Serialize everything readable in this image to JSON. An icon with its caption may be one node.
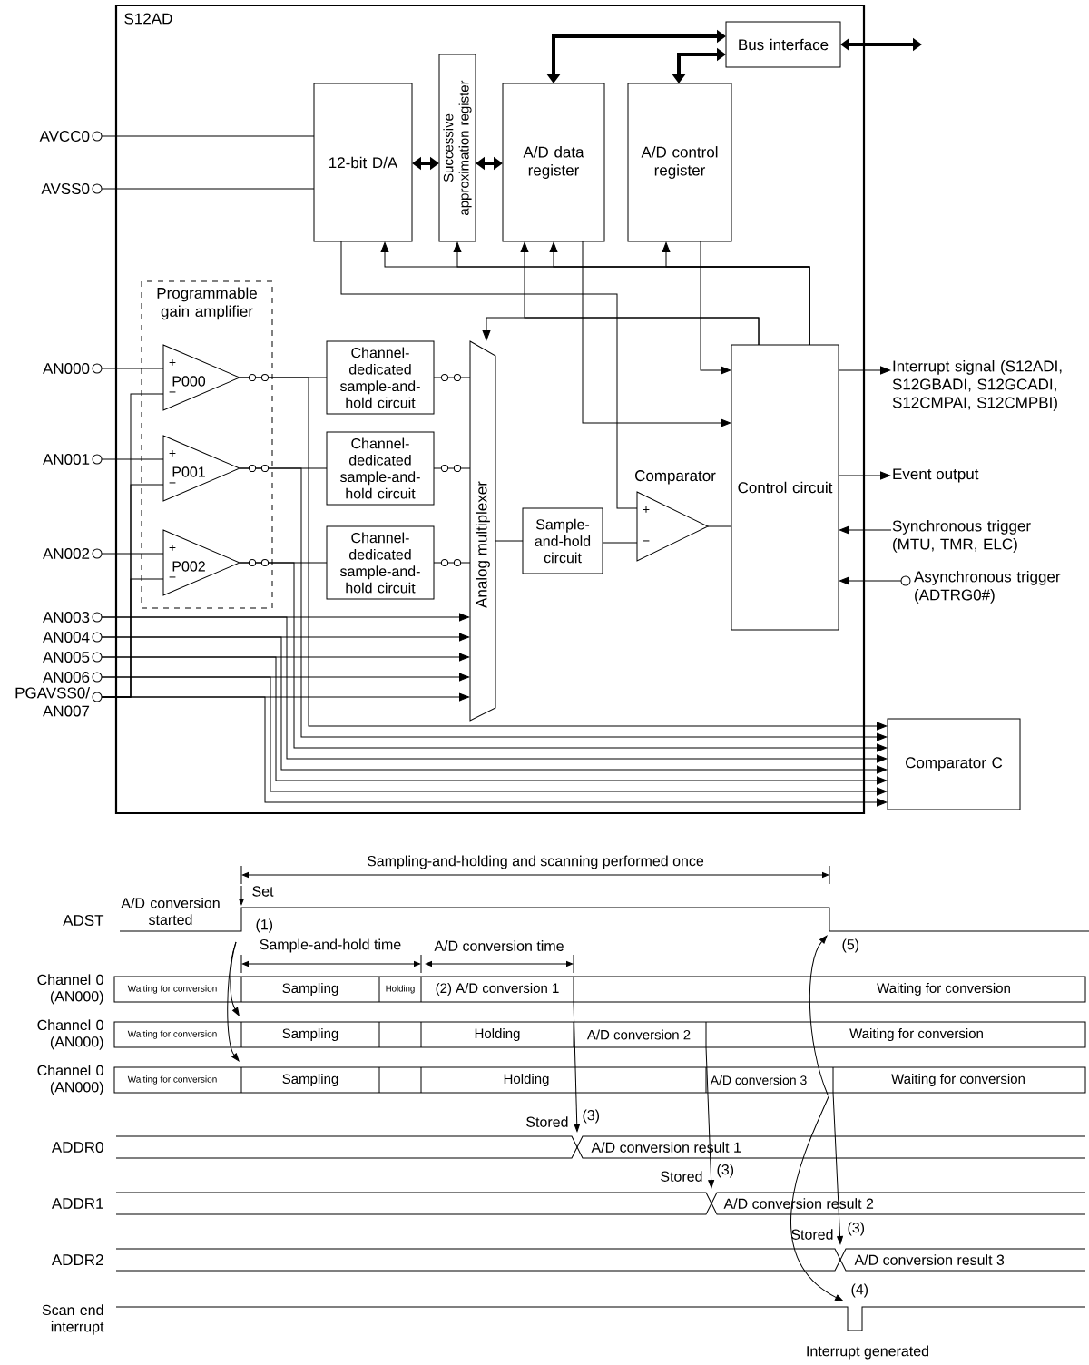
{
  "diagram": {
    "nodes": [
      {
        "text": [
          "S12AD"
        ]
      },
      {
        "text": [
          "Bus interface"
        ],
        "in": 0
      },
      {
        "text": [
          "12-bit D/A"
        ],
        "in": 0
      },
      {
        "text": [
          "Successive approximation register"
        ],
        "in": 0
      },
      {
        "text": [
          "A/D data register"
        ],
        "in": 0
      },
      {
        "text": [
          "A/D control register"
        ],
        "in": 0
      },
      {
        "text": [
          "Programmable gain amplifier"
        ],
        "in": 0
      },
      {
        "text": [
          "P000"
        ],
        "in": 6
      },
      {
        "text": [
          "P001"
        ],
        "in": 6
      },
      {
        "text": [
          "P002"
        ],
        "in": 6
      },
      {
        "text": [
          "Channel-dedicated sample-and-hold circuit"
        ],
        "in": 0
      },
      {
        "text": [
          "Channel-dedicated sample-and-hold circuit"
        ],
        "in": 0
      },
      {
        "text": [
          "Channel-dedicated sample-and-hold circuit"
        ],
        "in": 0
      },
      {
        "text": [
          "Analog multiplexer"
        ],
        "in": 0
      },
      {
        "text": [
          "Sample-and-hold circuit"
        ],
        "in": 0
      },
      {
        "text": [
          "Comparator"
        ],
        "in": 0
      },
      {
        "text": [
          "Control circuit"
        ],
        "in": 0
      },
      {
        "text": [
          "Comparator C"
        ]
      },
      {
        "text": [
          "AVCC0"
        ]
      },
      {
        "text": [
          "AVSS0"
        ]
      },
      {
        "text": [
          "AN000"
        ]
      },
      {
        "text": [
          "AN001"
        ]
      },
      {
        "text": [
          "AN002"
        ]
      },
      {
        "text": [
          "AN003"
        ]
      },
      {
        "text": [
          "AN004"
        ]
      },
      {
        "text": [
          "AN005"
        ]
      },
      {
        "text": [
          "AN006"
        ]
      },
      {
        "text": [
          "PGAVSS0/ AN007"
        ]
      },
      {
        "text": [
          "Interrupt signal (S12ADI, S12GBADI, S12GCADI, S12CMPAI, S12CMPBI)"
        ]
      },
      {
        "text": [
          "Event output"
        ]
      },
      {
        "text": [
          "Synchronous trigger (MTU, TMR, ELC)"
        ]
      },
      {
        "text": [
          "Asynchronous trigger (ADTRG0#)"
        ]
      }
    ],
    "edges": [
      {
        "from": 18,
        "to": 2,
        "arrow": "none"
      },
      {
        "from": 19,
        "to": 2,
        "arrow": "none"
      },
      {
        "from": 1,
        "to": null,
        "arrow": "both",
        "style": "thick"
      },
      {
        "from": 1,
        "to": 4,
        "arrow": "both",
        "style": "thick"
      },
      {
        "from": 1,
        "to": 5,
        "arrow": "both",
        "style": "thick"
      },
      {
        "from": 2,
        "to": 3,
        "arrow": "both",
        "style": "thick"
      },
      {
        "from": 3,
        "to": 4,
        "arrow": "both",
        "style": "thick"
      },
      {
        "from": 20,
        "to": 7,
        "arrow": "none"
      },
      {
        "from": 21,
        "to": 8,
        "arrow": "none"
      },
      {
        "from": 22,
        "to": 9,
        "arrow": "none"
      },
      {
        "from": 7,
        "to": 10,
        "arrow": "none"
      },
      {
        "from": 8,
        "to": 11,
        "arrow": "none"
      },
      {
        "from": 9,
        "to": 12,
        "arrow": "none"
      },
      {
        "from": 10,
        "to": 13,
        "arrow": "none"
      },
      {
        "from": 11,
        "to": 13,
        "arrow": "none"
      },
      {
        "from": 12,
        "to": 13,
        "arrow": "none"
      },
      {
        "from": 23,
        "to": 13,
        "arrow": "to"
      },
      {
        "from": 24,
        "to": 13,
        "arrow": "to"
      },
      {
        "from": 25,
        "to": 13,
        "arrow": "to"
      },
      {
        "from": 26,
        "to": 13,
        "arrow": "to"
      },
      {
        "from": 27,
        "to": 13,
        "arrow": "to"
      },
      {
        "from": 27,
        "to": 7,
        "arrow": "none"
      },
      {
        "from": 27,
        "to": 8,
        "arrow": "none"
      },
      {
        "from": 27,
        "to": 9,
        "arrow": "none"
      },
      {
        "from": 13,
        "to": 14,
        "arrow": "none"
      },
      {
        "from": 14,
        "to": 15,
        "arrow": "none"
      },
      {
        "from": 2,
        "to": 15,
        "arrow": "none"
      },
      {
        "from": 15,
        "to": 16,
        "arrow": "none"
      },
      {
        "from": 16,
        "to": 2,
        "arrow": "to"
      },
      {
        "from": 16,
        "to": 3,
        "arrow": "to"
      },
      {
        "from": 16,
        "to": 4,
        "arrow": "to"
      },
      {
        "from": 16,
        "to": 5,
        "arrow": "to"
      },
      {
        "from": 16,
        "to": 4,
        "arrow": "to"
      },
      {
        "from": 16,
        "to": 13,
        "arrow": "to"
      },
      {
        "from": 5,
        "to": 16,
        "arrow": "to"
      },
      {
        "from": 4,
        "to": 16,
        "arrow": "to"
      },
      {
        "from": 16,
        "to": 28,
        "arrow": "to"
      },
      {
        "from": 16,
        "to": 29,
        "arrow": "to"
      },
      {
        "from": 30,
        "to": 16,
        "arrow": "to"
      },
      {
        "from": 31,
        "to": 16,
        "arrow": "to"
      },
      {
        "from": 7,
        "to": 17,
        "arrow": "to"
      },
      {
        "from": 8,
        "to": 17,
        "arrow": "to"
      },
      {
        "from": 9,
        "to": 17,
        "arrow": "to"
      },
      {
        "from": 23,
        "to": 17,
        "arrow": "to"
      },
      {
        "from": 24,
        "to": 17,
        "arrow": "to"
      },
      {
        "from": 25,
        "to": 17,
        "arrow": "to"
      },
      {
        "from": 26,
        "to": 17,
        "arrow": "to"
      },
      {
        "from": 27,
        "to": 17,
        "arrow": "to"
      }
    ],
    "labels": [
      "Sampling-and-holding and scanning performed once",
      "Set",
      "A/D conversion started",
      "ADST",
      "(1)",
      "Sample-and-hold time",
      "A/D conversion time",
      "(5)",
      "Channel 0 (AN000)",
      "Waiting for conversion",
      "Sampling",
      "Holding",
      "(2) A/D conversion 1",
      "Waiting for conversion",
      "Channel 0 (AN000)",
      "Waiting for conversion",
      "Sampling",
      "Holding",
      "A/D conversion 2",
      "Waiting for conversion",
      "Channel 0 (AN000)",
      "Waiting for conversion",
      "Sampling",
      "Holding",
      "A/D conversion 3",
      "Waiting for conversion",
      "Stored",
      "(3)",
      "ADDR0",
      "A/D conversion result 1",
      "Stored",
      "(3)",
      "ADDR1",
      "A/D conversion result 2",
      "Stored",
      "(3)",
      "ADDR2",
      "A/D conversion result 3",
      "(4)",
      "Scan end interrupt",
      "Interrupt generated",
      "+",
      "−",
      "+",
      "−",
      "+",
      "−",
      "+",
      "−"
    ]
  }
}
